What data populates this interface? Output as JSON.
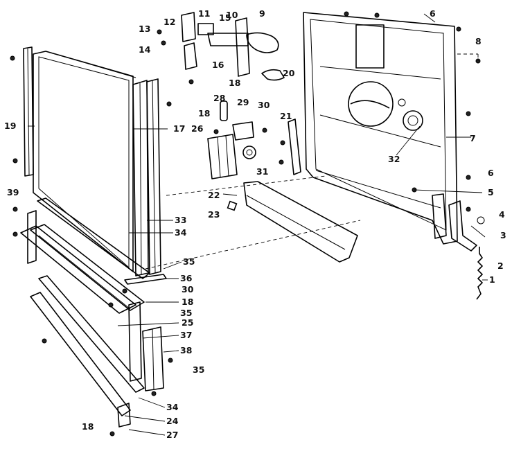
{
  "diagram": {
    "callouts": {
      "c1": "1",
      "c2": "2",
      "c3": "3",
      "c4": "4",
      "c5": "5",
      "c6a": "6",
      "c6b": "6",
      "c7": "7",
      "c8": "8",
      "c9": "9",
      "c10": "10",
      "c11": "11",
      "c12": "12",
      "c13": "13",
      "c14": "14",
      "c15": "15",
      "c16": "16",
      "c17": "17",
      "c18a": "18",
      "c18b": "18",
      "c18c": "18",
      "c18d": "18",
      "c19": "19",
      "c20": "20",
      "c21": "21",
      "c22": "22",
      "c23": "23",
      "c24": "24",
      "c25": "25",
      "c26": "26",
      "c27": "27",
      "c28": "28",
      "c29": "29",
      "c30a": "30",
      "c30b": "30",
      "c31": "31",
      "c32": "32",
      "c33": "33",
      "c34a": "34",
      "c34b": "34",
      "c35a": "35",
      "c35b": "35",
      "c35c": "35",
      "c36": "36",
      "c37": "37",
      "c38": "38",
      "c39": "39"
    }
  }
}
